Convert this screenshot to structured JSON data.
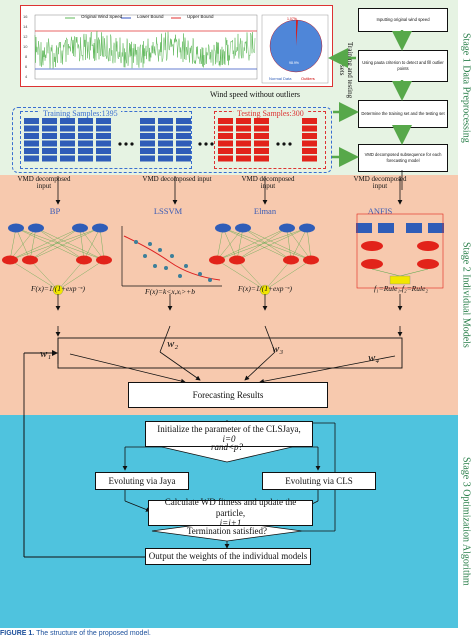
{
  "stages": {
    "stage1": "Stage 1 Data Preprocessing",
    "stage2": "Stage 2 Individual Models",
    "stage3": "Stage 3 Optimization Algorithm"
  },
  "chart_legend": {
    "original": "Original Wind Speed",
    "lower": "Lower Bound",
    "upper": "Upper Bound"
  },
  "pie": {
    "normal_label": "Normal Data",
    "outlier_label": "Outliers",
    "normal_pct": "98.9%",
    "outlier_pct": "1.07%"
  },
  "stage1": {
    "training_testing_sets": "Training and testing sets",
    "wind_without_outliers": "Wind speed without outliers",
    "training_samples": "Training Samples:1395",
    "testing_samples": "Testing Samples:300",
    "flow": [
      "Inputting original wind speed",
      "Using pauta criterion to detect and fill outlier points",
      "Determine the training set and the testing set",
      "VMD decomposed subsequence for each forecasting model"
    ]
  },
  "stage2": {
    "inputs": [
      "VMD decomposed input",
      "VMD decomposed input",
      "VMD decomposed input",
      "VMD decomposed input"
    ],
    "models": [
      "BP",
      "LSSVM",
      "Elman",
      "ANFIS"
    ],
    "formulas": [
      "F(x)=1/(1+exp⁻ˣ)",
      "F(x)=k<x,xᵢ>+b",
      "F(x)=1/(1+exp⁻ˣ)",
      "f₁=Rule₁,f₂=Rule₂"
    ],
    "weights": [
      "w₁",
      "w₂",
      "w₃",
      "w₄"
    ],
    "forecasting": "Forecasting Results"
  },
  "stage3": {
    "init_line1": "Initialize the parameter of the CLSJaya,",
    "init_line2": "i=0",
    "decision": "rand<p?",
    "jaya": "Evoluting via Jaya",
    "cls": "Evoluting via CLS",
    "calc_line1": "Calculate WD fitness and update the particle,",
    "calc_line2": "i=i+1",
    "termination": "Termination satisfied?",
    "output": "Output the weights of the individual models"
  },
  "caption": {
    "label": "FIGURE 1.",
    "text": "The structure of the proposed model."
  },
  "colors": {
    "stage1_bg": "#e6f3e3",
    "stage2_bg": "#f7c9ae",
    "stage3_bg": "#4fc3de",
    "arrow_green": "#57a84a",
    "node_red": "#e2231a",
    "node_blue": "#2f5db8"
  }
}
